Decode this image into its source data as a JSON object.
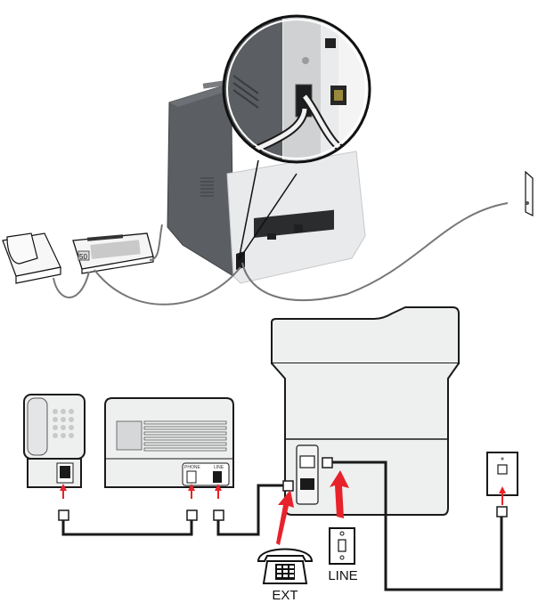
{
  "diagram": {
    "title": "Fax connection: answering machine and extension phone",
    "colors": {
      "arrow": "#e8222a",
      "outline": "#1a1a1a",
      "device_fill": "#eeefef",
      "printer_dark": "#5b5e62",
      "printer_light": "#e9eaeb",
      "cable": "#333333"
    },
    "photo_section": {
      "devices": [
        "telephone",
        "answering-machine",
        "printer",
        "wall-jack"
      ],
      "answering_machine_display": "50"
    },
    "schematic_section": {
      "answering_machine_ports": {
        "phone": "PHONE",
        "line": "LINE"
      },
      "printer_ports": [
        "ext-port",
        "line-port"
      ],
      "labels": {
        "ext": "EXT",
        "line": "LINE"
      }
    }
  }
}
